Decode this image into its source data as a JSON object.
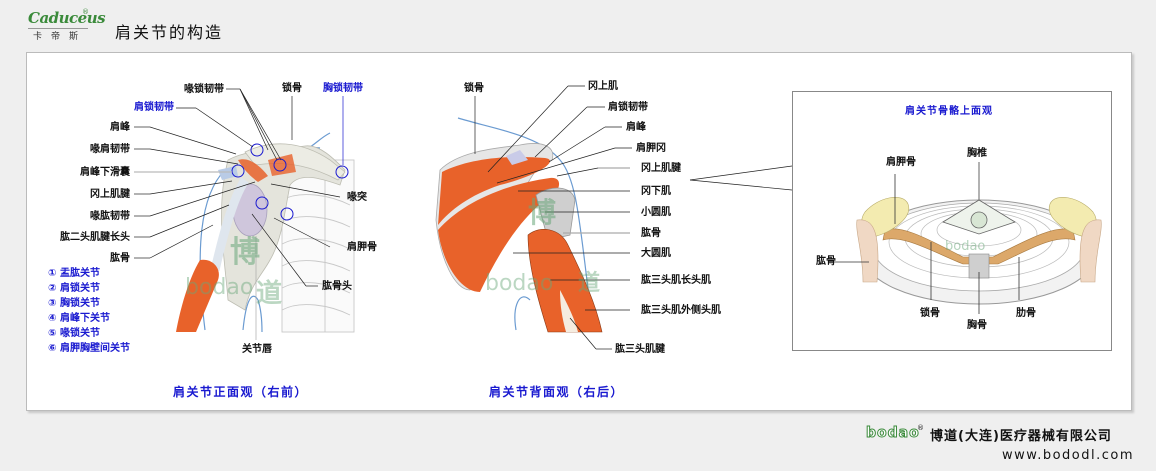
{
  "header": {
    "logo_text": "Caduceus",
    "logo_reg": "®",
    "logo_cn": "卡帝斯",
    "title": "肩关节的构造"
  },
  "front_view": {
    "caption": "肩关节正面观（右前）",
    "labels_left": [
      {
        "text": "喙锁韧带",
        "color": "black"
      },
      {
        "text": "肩锁韧带",
        "color": "blue"
      },
      {
        "text": "肩峰",
        "color": "black"
      },
      {
        "text": "喙肩韧带",
        "color": "black"
      },
      {
        "text": "肩峰下滑囊",
        "color": "black"
      },
      {
        "text": "冈上肌腱",
        "color": "black"
      },
      {
        "text": "喙肱韧带",
        "color": "black"
      },
      {
        "text": "肱二头肌腱长头",
        "color": "black"
      },
      {
        "text": "肱骨",
        "color": "black"
      }
    ],
    "labels_top": [
      {
        "text": "锁骨",
        "color": "black"
      },
      {
        "text": "胸锁韧带",
        "color": "blue"
      }
    ],
    "labels_right": [
      {
        "text": "喙突"
      },
      {
        "text": "肩胛骨"
      },
      {
        "text": "肱骨头"
      }
    ],
    "label_bottom": "关节唇",
    "joint_markers": [
      "①",
      "②",
      "③",
      "④",
      "⑤",
      "⑥"
    ],
    "legend": [
      "① 盂肱关节",
      "② 肩锁关节",
      "③ 胸锁关节",
      "④ 肩峰下关节",
      "⑤ 喙锁关节",
      "⑥ 肩胛胸壁间关节"
    ]
  },
  "back_view": {
    "caption": "肩关节背面观（右后）",
    "label_left": "锁骨",
    "labels_right": [
      "冈上肌",
      "肩锁韧带",
      "肩峰",
      "肩胛冈",
      "冈上肌腱",
      "冈下肌",
      "小圆肌",
      "肱骨",
      "大圆肌",
      "肱三头肌长头肌",
      "肱三头肌外侧头肌",
      "肱三头肌腱"
    ]
  },
  "top_view": {
    "title": "肩关节骨骼上面观",
    "labels": {
      "scapula": "肩胛骨",
      "thoracic_vertebra": "胸椎",
      "humerus": "肱骨",
      "clavicle": "锁骨",
      "sternum": "胸骨",
      "rib": "肋骨"
    }
  },
  "watermark": {
    "brand": "bodao",
    "cn": "博道"
  },
  "footer": {
    "brand": "bodao",
    "reg": "®",
    "company": "博道(大连)医疗器械有限公司",
    "url": "www.bododl.com"
  },
  "colors": {
    "label_blue": "#1a1ad0",
    "muscle": "#e8622a",
    "brand_green": "#3a8a3a",
    "bone": "#e6e6e0",
    "scapula_yellow": "#f3ebb0",
    "clavicle_tan": "#dca86a"
  }
}
